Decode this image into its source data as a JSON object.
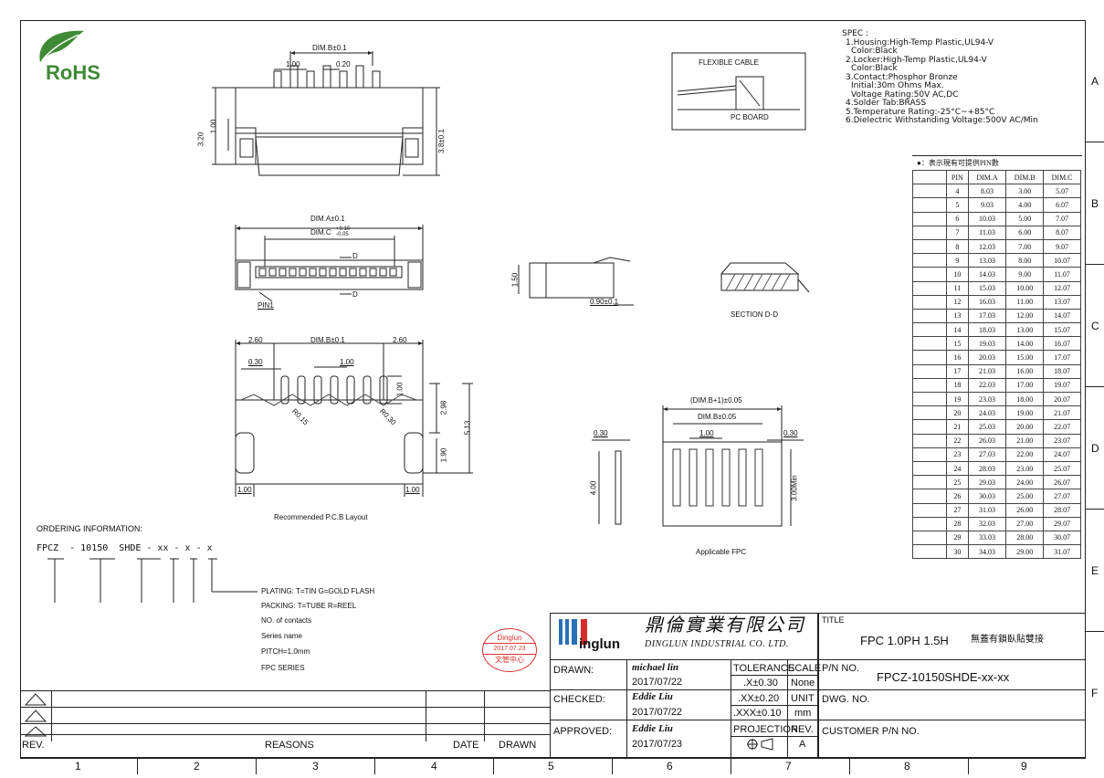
{
  "logo": {
    "text": "RoHS"
  },
  "spec": {
    "title": "SPEC :",
    "lines": [
      "1.Housing:High-Temp Plastic,UL94-V",
      "   Color:Black",
      "2.Locker:High-Temp Plastic,UL94-V",
      "   Color:Black",
      "3.Contact:Phosphor Bronze",
      "   Initial:30m Ohms Max.",
      "   Voltage Rating:50V AC,DC",
      "4.Solder Tab:BRASS",
      "5.Temperature Rating:-25°C~+85°C",
      "6.Dielectric Withstanding Voltage:500V AC/Min"
    ]
  },
  "pin_table": {
    "note": "●：表示現有可提供PIN數",
    "headers": [
      "PIN",
      "DIM.A",
      "DIM.B",
      "DIM.C"
    ],
    "rows": [
      [
        "4",
        "8.03",
        "3.00",
        "5.07"
      ],
      [
        "5",
        "9.03",
        "4.00",
        "6.07"
      ],
      [
        "6",
        "10.03",
        "5.00",
        "7.07"
      ],
      [
        "7",
        "11.03",
        "6.00",
        "8.07"
      ],
      [
        "8",
        "12.03",
        "7.00",
        "9.07"
      ],
      [
        "9",
        "13.03",
        "8.00",
        "10.07"
      ],
      [
        "10",
        "14.03",
        "9.00",
        "11.07"
      ],
      [
        "11",
        "15.03",
        "10.00",
        "12.07"
      ],
      [
        "12",
        "16.03",
        "11.00",
        "13.07"
      ],
      [
        "13",
        "17.03",
        "12.00",
        "14.07"
      ],
      [
        "14",
        "18.03",
        "13.00",
        "15.07"
      ],
      [
        "15",
        "19.03",
        "14.00",
        "16.07"
      ],
      [
        "16",
        "20.03",
        "15.00",
        "17.07"
      ],
      [
        "17",
        "21.03",
        "16.00",
        "18.07"
      ],
      [
        "18",
        "22.03",
        "17.00",
        "19.07"
      ],
      [
        "19",
        "23.03",
        "18.00",
        "20.07"
      ],
      [
        "20",
        "24.03",
        "19.00",
        "21.07"
      ],
      [
        "21",
        "25.03",
        "20.00",
        "22.07"
      ],
      [
        "22",
        "26.03",
        "21.00",
        "23.07"
      ],
      [
        "23",
        "27.03",
        "22.00",
        "24.07"
      ],
      [
        "24",
        "28.03",
        "23.00",
        "25.07"
      ],
      [
        "25",
        "29.03",
        "24.00",
        "26.07"
      ],
      [
        "26",
        "30.03",
        "25.00",
        "27.07"
      ],
      [
        "27",
        "31.03",
        "26.00",
        "28.07"
      ],
      [
        "28",
        "32.03",
        "27.00",
        "29.07"
      ],
      [
        "29",
        "33.03",
        "28.00",
        "30.07"
      ],
      [
        "30",
        "34.03",
        "29.00",
        "31.07"
      ]
    ]
  },
  "drawing": {
    "dim_b_top": "DIM.B±0.1",
    "d_1_00": "1.00",
    "d_0_20": "0.20",
    "d_3_20": "3.20",
    "d_1_00_v": "1.00",
    "d_3_8": "3.8±0.1",
    "flexible_cable": "FLEXIBLE CABLE",
    "pc_board": "PC BOARD",
    "dim_a": "DIM.A±0.1",
    "dim_c": "DIM.C",
    "dim_c_tol_top": "+0.10",
    "dim_c_tol_bot": "-0.05",
    "d_mark_top": "D",
    "d_mark_bot": "D",
    "pin1": "PIN1",
    "d_1_50": "1.50",
    "d_0_90": "0.90±0.1",
    "section": "SECTION D-D",
    "pcb_2_60_left": "2.60",
    "pcb_dim_b": "DIM.B±0.1",
    "pcb_2_60_right": "2.60",
    "pcb_0_30": "0.30",
    "pcb_1_00": "1.00",
    "pcb_1_00_v": "1.00",
    "pcb_r0_15": "R0.15",
    "pcb_r0_30": "R0.30",
    "pcb_2_98": "2.98",
    "pcb_5_13": "5.13",
    "pcb_1_90": "1.90",
    "pcb_1_00_bl": "1.00",
    "pcb_1_00_br": "1.00",
    "pcb_caption": "Recommended P.C.B Layout",
    "fpc_dim_b1": "(DIM.B+1)±0.05",
    "fpc_dim_b": "DIM.B±0.05",
    "fpc_1_00": "1.00",
    "fpc_0_30_l": "0.30",
    "fpc_0_30_r": "0.30",
    "fpc_4_00": "4.00",
    "fpc_3_00": "3.00Min",
    "fpc_caption": "Applicable FPC"
  },
  "ordering": {
    "title": "ORDERING INFORMATION:",
    "code": "FPCZ  - 10150  SHDE - xx - x - x",
    "items": [
      "PLATING: T=TIN G=GOLD FLASH",
      "PACKING: T=TUBE R=REEL",
      "NO. of contacts",
      "Series name",
      "PITCH=1.0mm",
      "FPC SERIES"
    ]
  },
  "stamp": {
    "line1": "Dinglun",
    "line2": "2017.07.23",
    "line3": "文管中心"
  },
  "company": {
    "logo": "inglun",
    "name_cn": "鼎倫實業有限公司",
    "name_en": "DINGLUN INDUSTRIAL CO. LTD."
  },
  "title_block": {
    "title_label": "TITLE",
    "title_value": "FPC 1.0PH 1.5H",
    "title_cn": "無蓋有鎖臥貼雙接",
    "pn_label": "P/N NO.",
    "pn_value": "FPCZ-10150SHDE-xx-xx",
    "dwg_label": "DWG. NO.",
    "customer_label": "CUSTOMER P/N NO.",
    "drawn_label": "DRAWN:",
    "drawn_name": "michael lin",
    "drawn_date": "2017/07/22",
    "checked_label": "CHECKED:",
    "checked_name": "Eddie Liu",
    "checked_date": "2017/07/22",
    "approved_label": "APPROVED:",
    "approved_name": "Eddie Liu",
    "approved_date": "2017/07/23",
    "tolerance_label": "TOLERANCE",
    "tol_1": ".X±0.30",
    "tol_2": ".XX±0.20",
    "tol_3": ".XXX±0.10",
    "projection_label": "PROJECTION",
    "scale_label": "SCALE",
    "scale_value": "None",
    "unit_label": "UNIT",
    "unit_value": "mm",
    "rev_label": "REV.",
    "rev_value": "A"
  },
  "revision": {
    "rev": "REV.",
    "reasons": "REASONS",
    "date": "DATE",
    "drawn": "DRAWN"
  },
  "zones": {
    "cols": [
      "1",
      "2",
      "3",
      "4",
      "5",
      "6",
      "7",
      "8",
      "9"
    ],
    "rows": [
      "A",
      "B",
      "C",
      "D",
      "E",
      "F"
    ]
  }
}
